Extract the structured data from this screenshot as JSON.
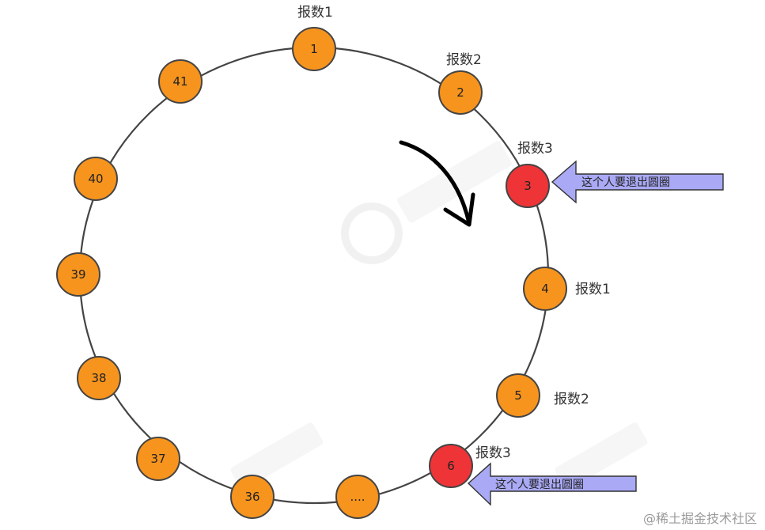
{
  "diagram": {
    "nodes": [
      {
        "id": "1",
        "label": "1",
        "state": "normal"
      },
      {
        "id": "2",
        "label": "2",
        "state": "normal"
      },
      {
        "id": "3",
        "label": "3",
        "state": "eliminated"
      },
      {
        "id": "4",
        "label": "4",
        "state": "normal"
      },
      {
        "id": "5",
        "label": "5",
        "state": "normal"
      },
      {
        "id": "6",
        "label": "6",
        "state": "eliminated"
      },
      {
        "id": "ellipsis",
        "label": "....",
        "state": "normal"
      },
      {
        "id": "36",
        "label": "36",
        "state": "normal"
      },
      {
        "id": "37",
        "label": "37",
        "state": "normal"
      },
      {
        "id": "38",
        "label": "38",
        "state": "normal"
      },
      {
        "id": "39",
        "label": "39",
        "state": "normal"
      },
      {
        "id": "40",
        "label": "40",
        "state": "normal"
      },
      {
        "id": "41",
        "label": "41",
        "state": "normal"
      }
    ],
    "count_labels": [
      {
        "node": "1",
        "text": "报数1"
      },
      {
        "node": "2",
        "text": "报数2"
      },
      {
        "node": "3",
        "text": "报数3"
      },
      {
        "node": "4",
        "text": "报数1"
      },
      {
        "node": "5",
        "text": "报数2"
      },
      {
        "node": "6",
        "text": "报数3"
      }
    ],
    "exit_arrows": [
      {
        "node": "3",
        "text": "这个人要退出圆圈"
      },
      {
        "node": "6",
        "text": "这个人要退出圆圈"
      }
    ],
    "direction": "clockwise",
    "colors": {
      "normal_fill": "#f7941d",
      "eliminated_fill": "#ee3437",
      "exit_arrow_fill": "#a9a9f5",
      "ring_stroke": "#444444"
    }
  },
  "watermark": "@稀土掘金技术社区"
}
